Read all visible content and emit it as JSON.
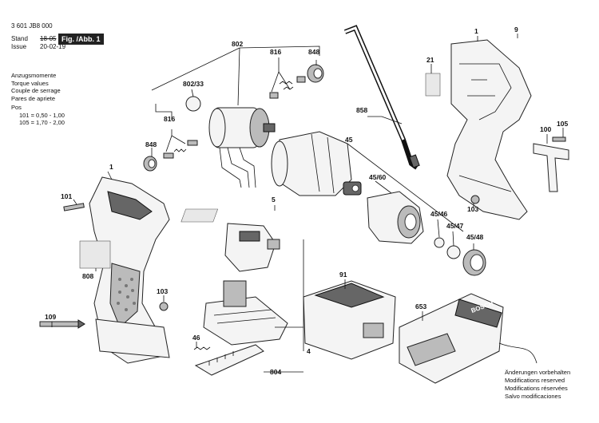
{
  "header": {
    "part_number": "3 601 JB8 000",
    "stand_label": "Stand",
    "stand_value": "18-05",
    "issue_label": "Issue",
    "issue_value": "20-02-19",
    "figure_label": "Fig. /Abb. 1"
  },
  "torque": {
    "titles": [
      "Anzugsmomente",
      "Torque values",
      "Couple de serrage",
      "Pares de apriete"
    ],
    "pos_label": "Pos",
    "values": [
      "101 = 0,50 - 1,00",
      "105 = 1,70 - 2,00"
    ]
  },
  "callouts": {
    "c1a": "1",
    "c1b": "1",
    "c9": "9",
    "c21": "21",
    "c802": "802",
    "c802_33": "802/33",
    "c816a": "816",
    "c816b": "816",
    "c848a": "848",
    "c848b": "848",
    "c858": "858",
    "c45": "45",
    "c45_60": "45/60",
    "c45_46": "45/46",
    "c45_47": "45/47",
    "c45_48": "45/48",
    "c5": "5",
    "c100": "100",
    "c105": "105",
    "c103a": "103",
    "c103b": "103",
    "c101": "101",
    "c808": "808",
    "c109": "109",
    "c91": "91",
    "c653": "653",
    "c46": "46",
    "c4": "4",
    "c804": "804"
  },
  "charger_brand": "BOSCH",
  "footer": [
    "Änderungen vorbehalten",
    "Modifications reserved",
    "Modifications réservées",
    "Salvo modificaciones"
  ]
}
